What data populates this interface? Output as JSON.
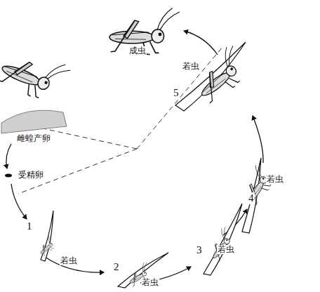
{
  "diagram": {
    "labels": [
      "成虫",
      "雌蝗产卵",
      "受精卵",
      "1",
      "若虫",
      "2",
      "若虫",
      "3",
      "若虫",
      "4",
      "若虫",
      "5",
      "若虫"
    ]
  }
}
